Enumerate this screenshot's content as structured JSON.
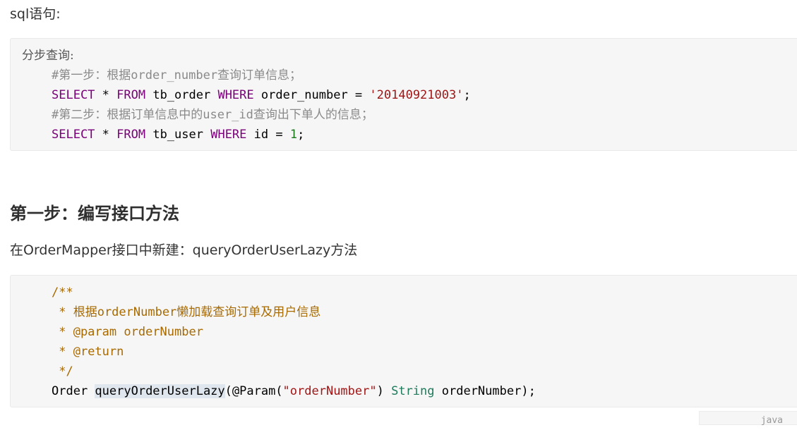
{
  "intro_label": "sql语句:",
  "sql_block": {
    "line1": "分步查询:",
    "line2_comment": "#第一步：根据order_number查询订单信息；",
    "line3": {
      "kw1": "SELECT",
      "star": " * ",
      "kw2": "FROM",
      "tbl": " tb_order ",
      "kw3": "WHERE",
      "col": " order_number = ",
      "val": "'20140921003'",
      "end": ";"
    },
    "line4_comment": "#第二步：根据订单信息中的user_id查询出下单人的信息；",
    "line5": {
      "kw1": "SELECT",
      "star": " * ",
      "kw2": "FROM",
      "tbl": " tb_user ",
      "kw3": "WHERE",
      "col": " id = ",
      "val": "1",
      "end": ";"
    }
  },
  "step1_heading": "第一步：编写接口方法",
  "step1_desc": "在OrderMapper接口中新建：queryOrderUserLazy方法",
  "java_block": {
    "doc1": "/**",
    "doc2": " * 根据orderNumber懒加载查询订单及用户信息",
    "doc3": " * @param orderNumber",
    "doc4": " * @return",
    "doc5": " */",
    "sig": {
      "ret": "Order ",
      "method": "queryOrderUserLazy",
      "open": "(@Param(",
      "str": "\"orderNumber\"",
      "close": ") ",
      "type": "String",
      "rest": " orderNumber);"
    }
  },
  "lang_tag": "java"
}
